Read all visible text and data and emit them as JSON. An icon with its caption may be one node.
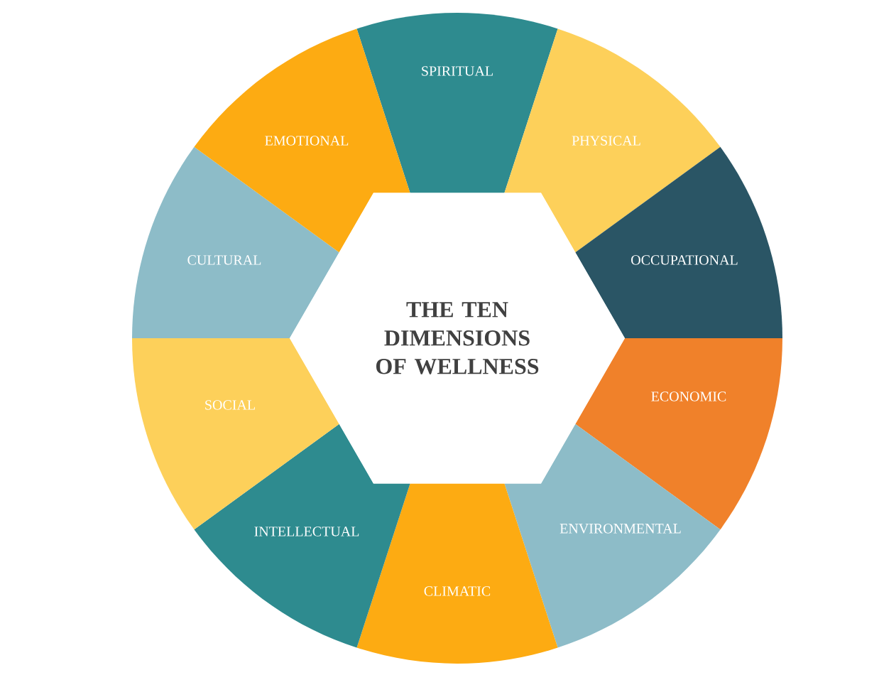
{
  "diagram": {
    "nodes": [
      {
        "text": [
          "SPIRITUAL"
        ]
      },
      {
        "text": [
          "PHYSICAL"
        ]
      },
      {
        "text": [
          "OCCUPATIONAL"
        ]
      },
      {
        "text": [
          "ECONOMIC"
        ]
      },
      {
        "text": [
          "ENVIRONMENTAL"
        ]
      },
      {
        "text": [
          "CLIMATIC"
        ]
      },
      {
        "text": [
          "INTELLECTUAL"
        ]
      },
      {
        "text": [
          "SOCIAL"
        ]
      },
      {
        "text": [
          "CULTURAL"
        ]
      },
      {
        "text": [
          "EMOTIONAL"
        ]
      },
      {
        "text": [
          "THE TEN DIMENSIONS OF WELLNESS"
        ]
      }
    ]
  }
}
